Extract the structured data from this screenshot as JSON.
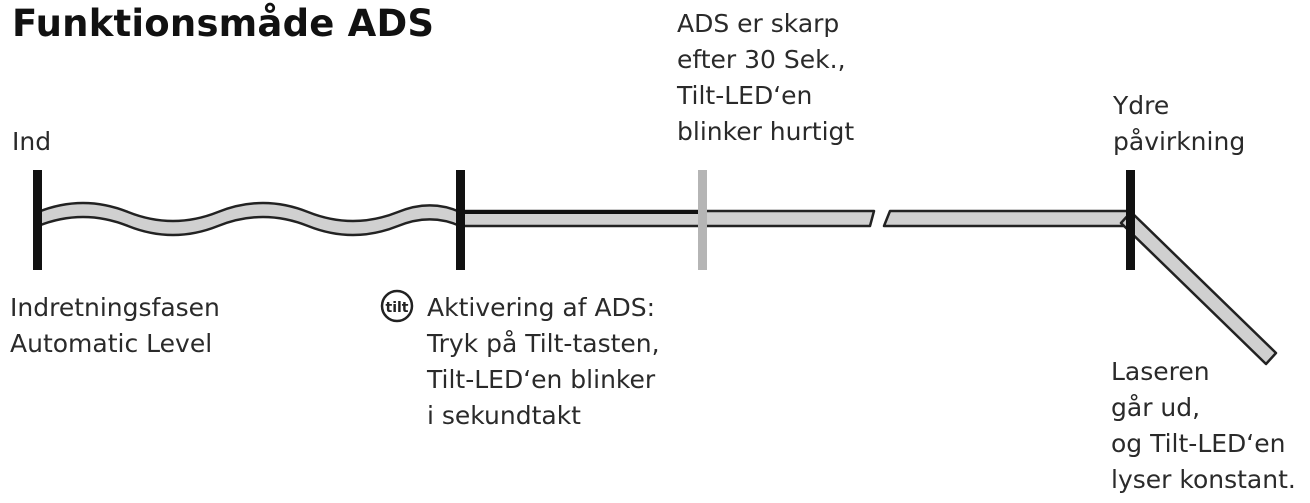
{
  "title": "Funktionsmåde ADS",
  "labels": {
    "start": [
      "Ind"
    ],
    "setup": [
      "Indretningsfasen",
      "Automatic Level"
    ],
    "activation": [
      "Aktivering af ADS:",
      "Tryk på Tilt-tasten,",
      "Tilt-LED‘en blinker",
      "i sekundtakt"
    ],
    "armed": [
      "ADS er skarp",
      "efter 30 Sek.,",
      "Tilt-LED‘en",
      "blinker hurtigt"
    ],
    "external": [
      "Ydre",
      "påvirkning"
    ],
    "result": [
      "Laseren",
      "går ud,",
      "og Tilt-LED‘en",
      "lyser konstant."
    ]
  },
  "tilt_button": "tilt",
  "colors": {
    "marker": "#111111",
    "band_fill": "#d0d0d0",
    "band_stroke": "#222222",
    "armed_marker": "#b5b5b5"
  }
}
